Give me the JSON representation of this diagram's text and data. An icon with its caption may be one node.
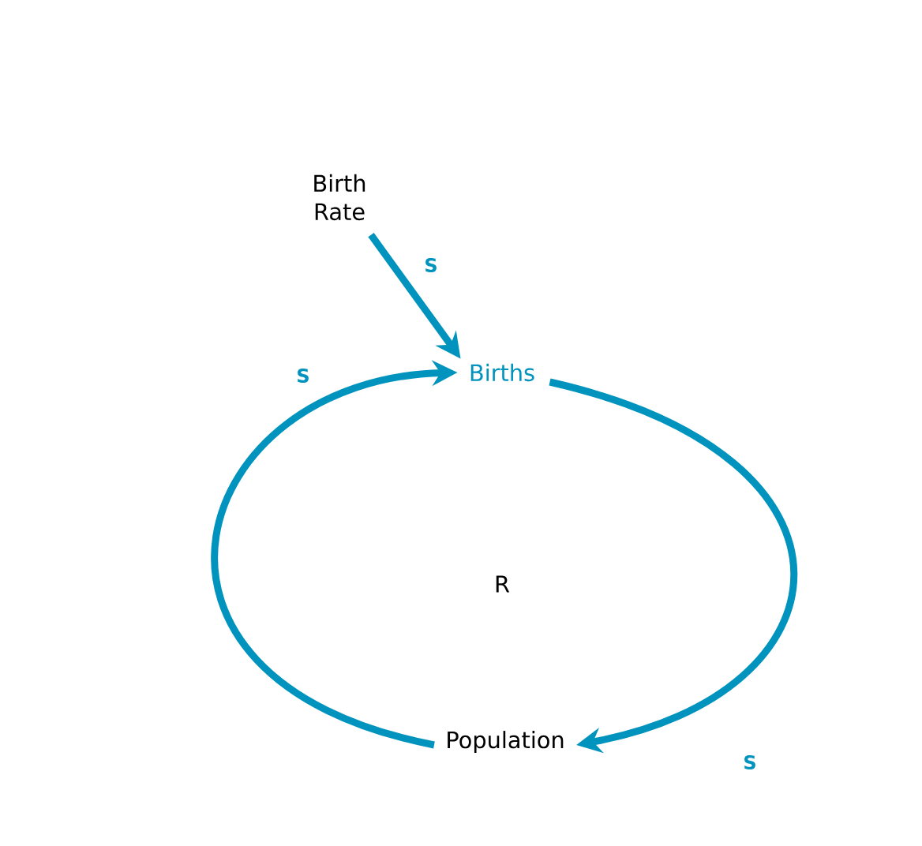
{
  "diagram": {
    "nodes": [
      {
        "text": [
          "Birth Rate"
        ]
      },
      {
        "text": [
          "Births"
        ]
      },
      {
        "text": [
          "Population"
        ]
      }
    ],
    "edges": [
      {
        "from": 0,
        "to": 1,
        "arrow": "to",
        "label": "S"
      },
      {
        "from": 1,
        "to": 2,
        "arrow": "to",
        "label": "S"
      },
      {
        "from": 2,
        "to": 1,
        "arrow": "to",
        "label": "S"
      }
    ],
    "labels": [
      "R"
    ]
  }
}
